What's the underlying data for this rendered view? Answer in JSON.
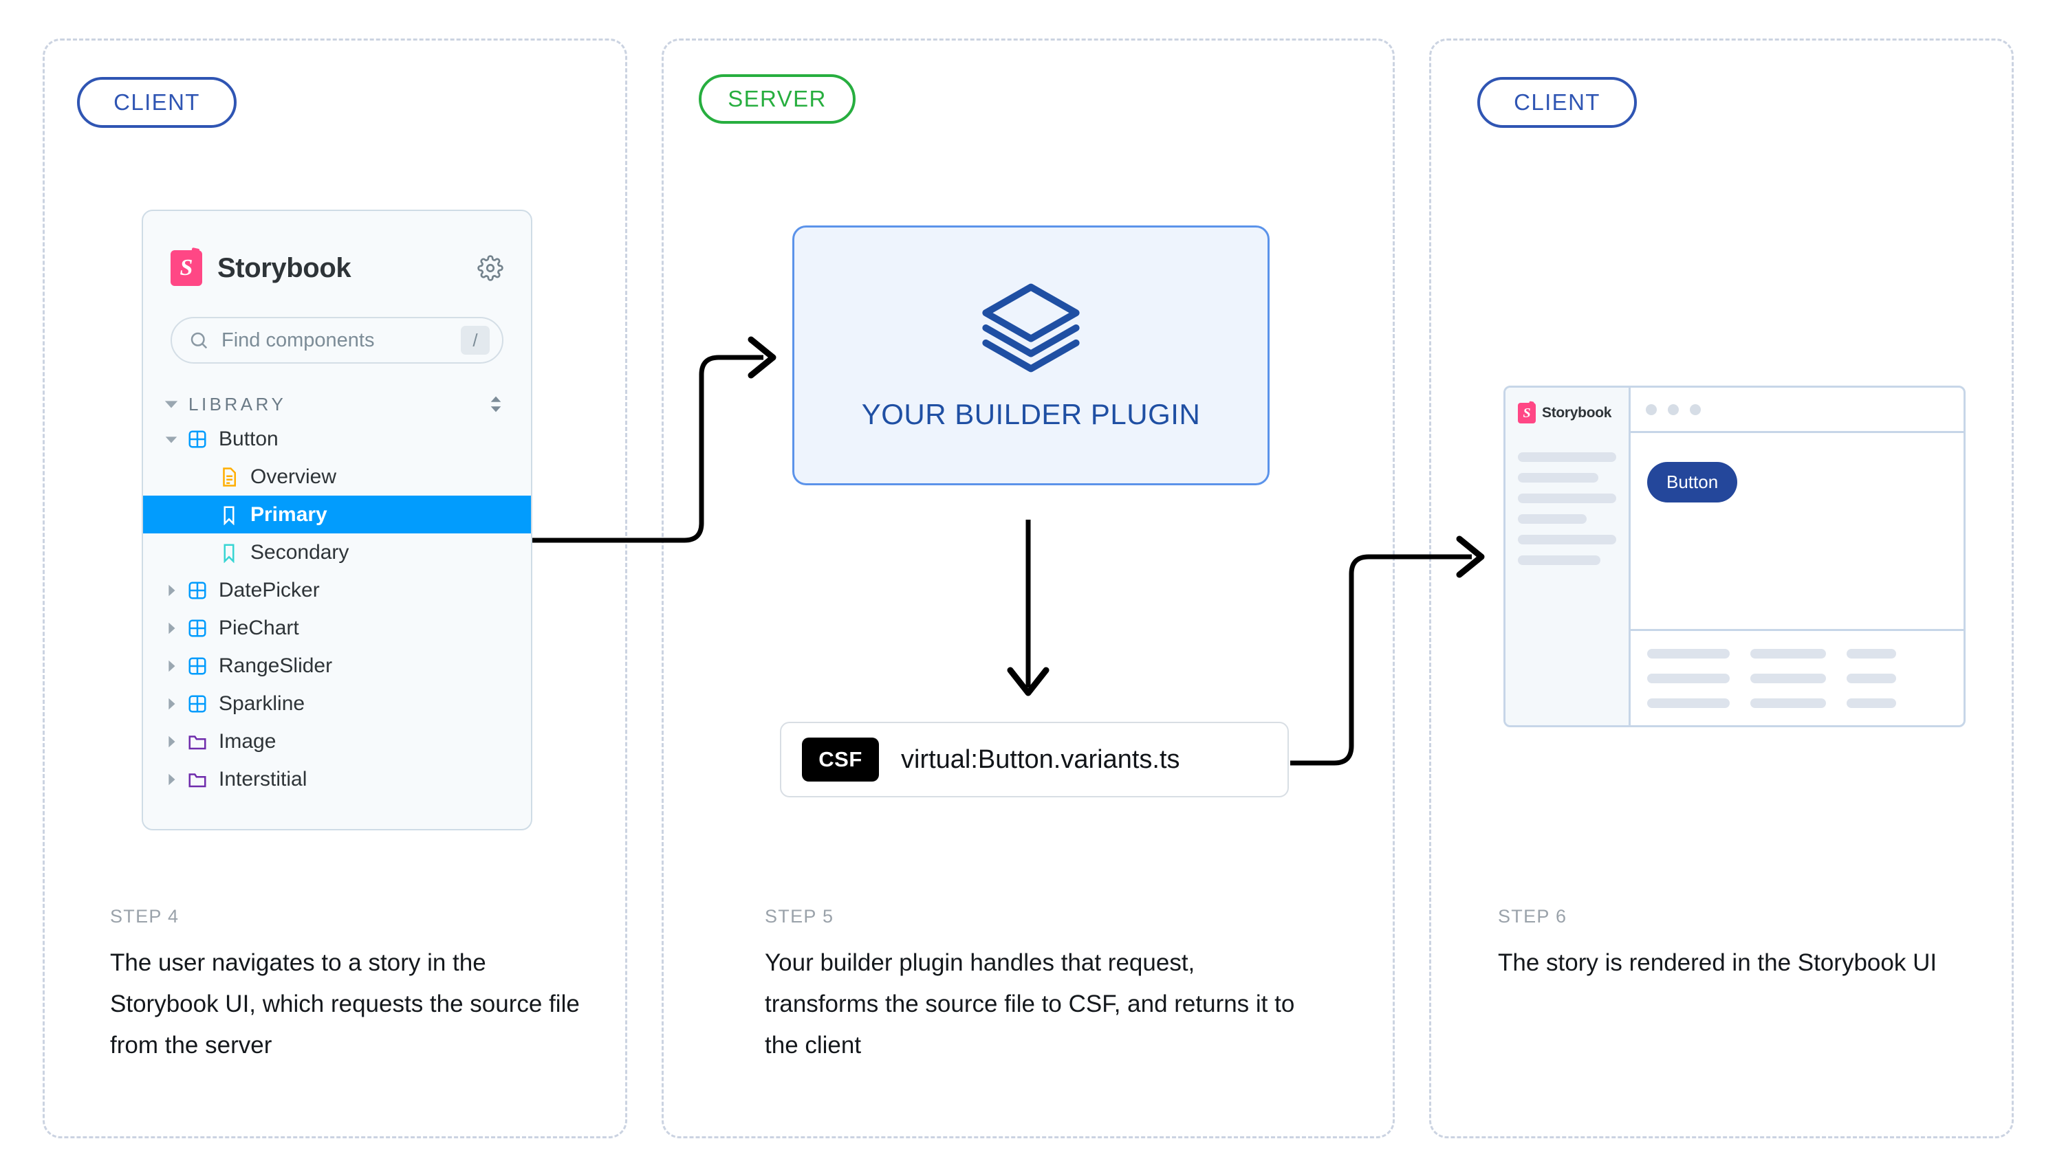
{
  "columns": [
    {
      "id": "client-1",
      "badge": "CLIENT",
      "role": "client",
      "accent": "#2f55b3"
    },
    {
      "id": "server",
      "badge": "SERVER",
      "role": "server",
      "accent": "#27ae3f"
    },
    {
      "id": "client-2",
      "badge": "CLIENT",
      "role": "client",
      "accent": "#2f55b3"
    }
  ],
  "storybook_panel": {
    "logo_letter": "S",
    "title": "Storybook",
    "gear_icon": "gear-icon",
    "search": {
      "icon": "search-icon",
      "placeholder": "Find components",
      "shortcut": "/"
    },
    "section": {
      "label": "LIBRARY",
      "caret_icon": "chevron-down-icon",
      "sort_icon": "sort-updown-icon"
    },
    "tree": [
      {
        "label": "Button",
        "type": "component",
        "icon": "component-grid-icon",
        "depth": 1,
        "expanded": true,
        "selected": false,
        "icon_color": "#029cfd"
      },
      {
        "label": "Overview",
        "type": "docs",
        "icon": "document-icon",
        "depth": 2,
        "expanded": null,
        "selected": false,
        "icon_color": "#ffae00"
      },
      {
        "label": "Primary",
        "type": "story",
        "icon": "bookmark-icon",
        "depth": 2,
        "expanded": null,
        "selected": true,
        "icon_color": "#ffffff"
      },
      {
        "label": "Secondary",
        "type": "story",
        "icon": "bookmark-icon",
        "depth": 2,
        "expanded": null,
        "selected": false,
        "icon_color": "#37d5d3"
      },
      {
        "label": "DatePicker",
        "type": "component",
        "icon": "component-grid-icon",
        "depth": 1,
        "expanded": false,
        "selected": false,
        "icon_color": "#029cfd"
      },
      {
        "label": "PieChart",
        "type": "component",
        "icon": "component-grid-icon",
        "depth": 1,
        "expanded": false,
        "selected": false,
        "icon_color": "#029cfd"
      },
      {
        "label": "RangeSlider",
        "type": "component",
        "icon": "component-grid-icon",
        "depth": 1,
        "expanded": false,
        "selected": false,
        "icon_color": "#029cfd"
      },
      {
        "label": "Sparkline",
        "type": "component",
        "icon": "component-grid-icon",
        "depth": 1,
        "expanded": false,
        "selected": false,
        "icon_color": "#029cfd"
      },
      {
        "label": "Image",
        "type": "folder",
        "icon": "folder-icon",
        "depth": 1,
        "expanded": false,
        "selected": false,
        "icon_color": "#6f2cac"
      },
      {
        "label": "Interstitial",
        "type": "folder",
        "icon": "folder-icon",
        "depth": 1,
        "expanded": false,
        "selected": false,
        "icon_color": "#6f2cac"
      }
    ],
    "selection_color": "#029cfd"
  },
  "plugin_card": {
    "icon": "layers-stack-icon",
    "label": "YOUR BUILDER PLUGIN",
    "border_color": "#5b93ea",
    "background_color": "#eef4fd",
    "text_color": "#1f4fa3"
  },
  "csf_box": {
    "badge": "CSF",
    "filename": "virtual:Button.variants.ts",
    "badge_background": "#000000"
  },
  "browser_mock": {
    "brand": "Storybook",
    "logo_letter": "S",
    "window_dots": 3,
    "sidebar_skeleton_widths": [
      "100%",
      "82%",
      "100%",
      "70%",
      "100%",
      "84%"
    ],
    "preview_button_label": "Button",
    "preview_button_color": "#24479b",
    "addon_rows": 3,
    "addon_columns": [
      {
        "widths": [
          "120px",
          "120px",
          "120px"
        ]
      },
      {
        "widths": [
          "110px",
          "110px",
          "110px"
        ]
      },
      {
        "widths": [
          "72px",
          "72px",
          "72px"
        ]
      }
    ]
  },
  "steps": [
    {
      "kicker": "STEP 4",
      "body": "The user navigates to a story in the Storybook UI, which requests the source file from the server"
    },
    {
      "kicker": "STEP 5",
      "body": "Your builder plugin handles that request, transforms the source file to CSF, and returns it to the client"
    },
    {
      "kicker": "STEP 6",
      "body": "The story is rendered in the Storybook UI"
    }
  ],
  "arrows": [
    {
      "name": "arrow-client-to-plugin",
      "from": "primary-story-row",
      "to": "builder-plugin-card"
    },
    {
      "name": "arrow-plugin-to-csf",
      "from": "builder-plugin-card",
      "to": "csf-box"
    },
    {
      "name": "arrow-csf-to-client",
      "from": "csf-box",
      "to": "browser-mock"
    }
  ]
}
